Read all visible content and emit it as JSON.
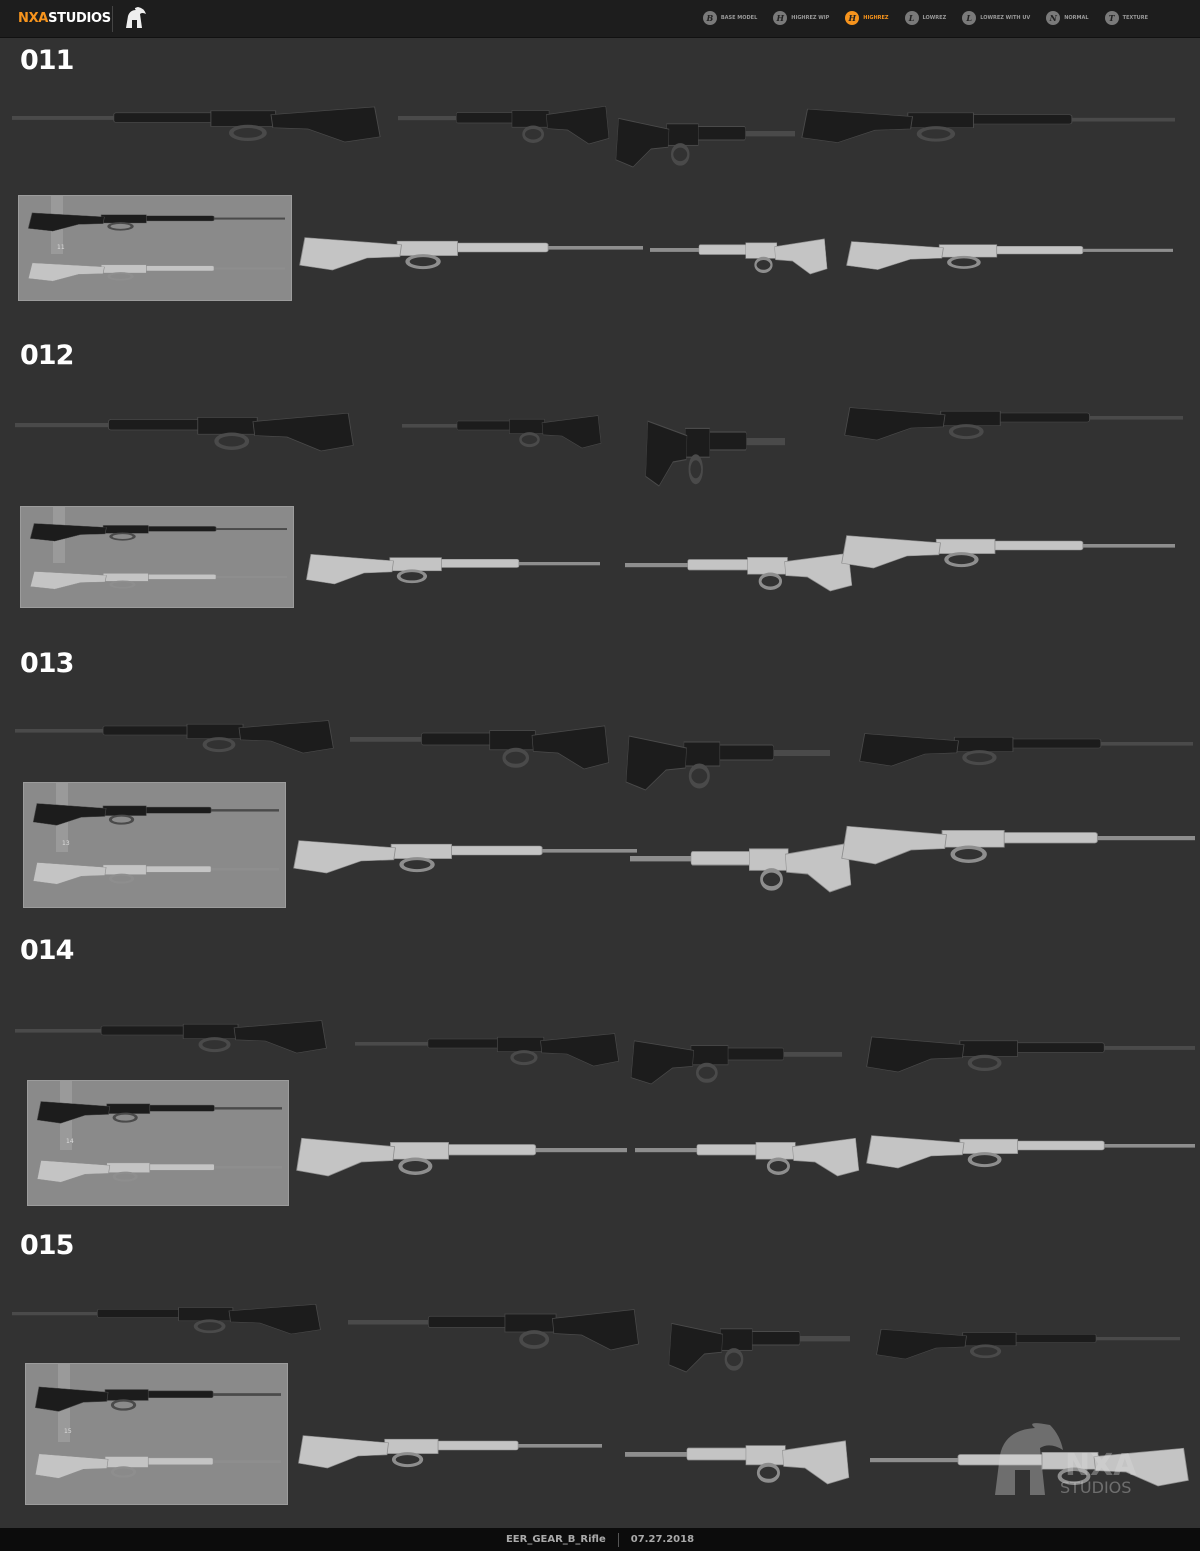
{
  "header": {
    "logo_accent": "NXA",
    "logo_rest": "STUDIOS",
    "nav": [
      {
        "icon": "B",
        "label": "Base Model",
        "active": false
      },
      {
        "icon": "H",
        "label": "Highrez WIP",
        "active": false
      },
      {
        "icon": "H",
        "label": "Highrez",
        "active": true
      },
      {
        "icon": "L",
        "label": "Lowrez",
        "active": false
      },
      {
        "icon": "L",
        "label": "Lowrez with UV",
        "active": false
      },
      {
        "icon": "N",
        "label": "Normal",
        "active": false
      },
      {
        "icon": "T",
        "label": "Texture",
        "active": false
      }
    ]
  },
  "colors": {
    "accent": "#f7941d",
    "background": "#323232",
    "header": "#1d1d1d",
    "dark_render": "#1c1c1c",
    "light_render": "#c4c4c4"
  },
  "sections": [
    {
      "title": "011",
      "thumb_label": "11"
    },
    {
      "title": "012",
      "thumb_label": ""
    },
    {
      "title": "013",
      "thumb_label": "13"
    },
    {
      "title": "014",
      "thumb_label": "14"
    },
    {
      "title": "015",
      "thumb_label": "15"
    }
  ],
  "footer": {
    "file": "EER_GEAR_B_Rifle",
    "date": "07.27.2018"
  },
  "watermark": {
    "text": "NXA",
    "sub": "STUDIOS"
  }
}
